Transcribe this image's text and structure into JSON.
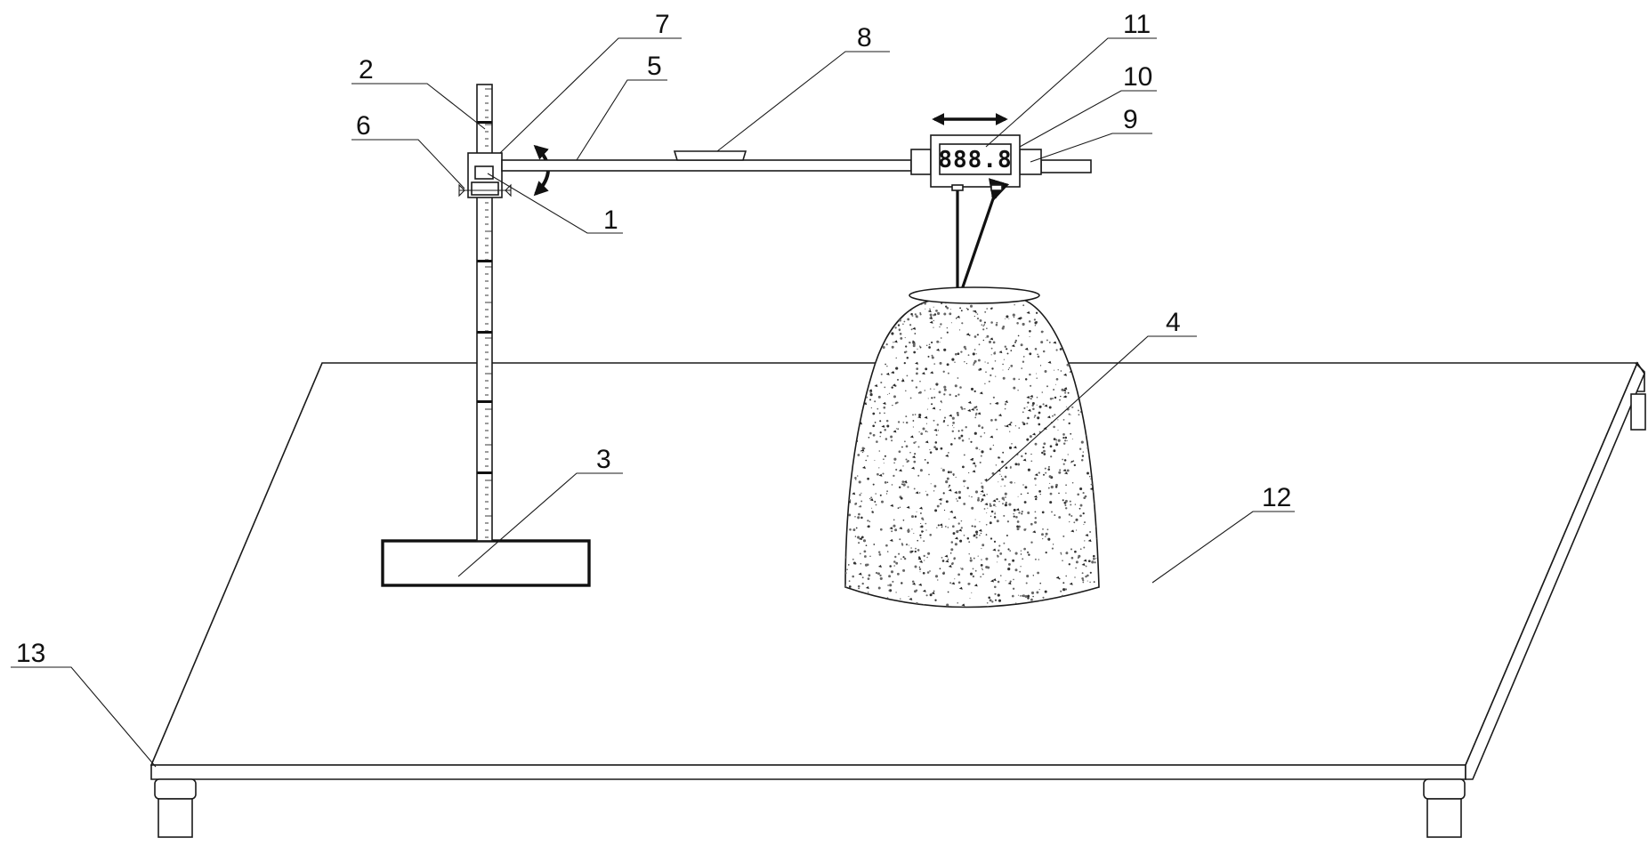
{
  "display": {
    "reading": "888.8"
  },
  "labels": [
    {
      "id": "1",
      "text": "1"
    },
    {
      "id": "2",
      "text": "2"
    },
    {
      "id": "3",
      "text": "3"
    },
    {
      "id": "4",
      "text": "4"
    },
    {
      "id": "5",
      "text": "5"
    },
    {
      "id": "6",
      "text": "6"
    },
    {
      "id": "7",
      "text": "7"
    },
    {
      "id": "8",
      "text": "8"
    },
    {
      "id": "9",
      "text": "9"
    },
    {
      "id": "10",
      "text": "10"
    },
    {
      "id": "11",
      "text": "11"
    },
    {
      "id": "12",
      "text": "12"
    },
    {
      "id": "13",
      "text": "13"
    }
  ]
}
